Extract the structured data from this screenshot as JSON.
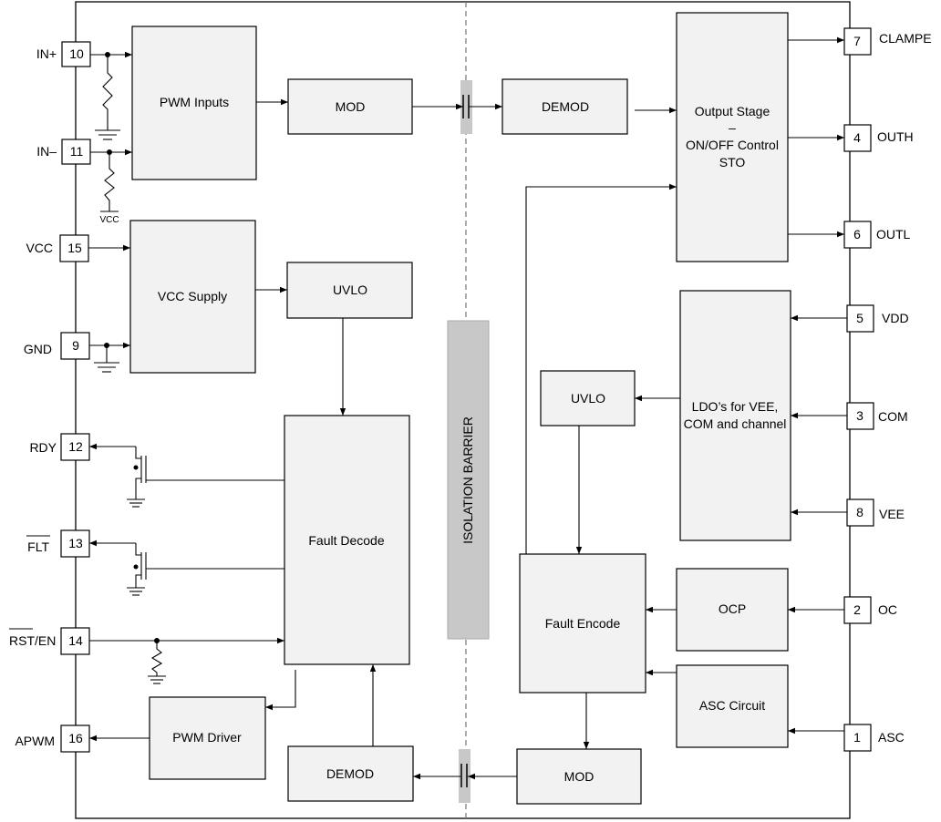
{
  "blocks": {
    "pwm_inputs": "PWM Inputs",
    "mod_top": "MOD",
    "demod_top": "DEMOD",
    "output_stage_l1": "Output Stage",
    "output_stage_l2": "–",
    "output_stage_l3": "ON/OFF Control",
    "output_stage_l4": "STO",
    "vcc_supply": "VCC Supply",
    "uvlo_left": "UVLO",
    "ldo_l1": "LDO’s for VEE,",
    "ldo_l2": "COM and channel",
    "uvlo_right": "UVLO",
    "fault_decode": "Fault Decode",
    "fault_encode": "Fault Encode",
    "ocp": "OCP",
    "asc_circuit": "ASC Circuit",
    "pwm_driver": "PWM Driver",
    "demod_bottom": "DEMOD",
    "mod_bottom": "MOD",
    "isolation_barrier": "ISOLATION BARRIER"
  },
  "left_pins": [
    {
      "label": "IN+",
      "num": "10"
    },
    {
      "label": "IN–",
      "num": "11"
    },
    {
      "label": "VCC",
      "num": "15"
    },
    {
      "label": "GND",
      "num": "9"
    },
    {
      "label": "RDY",
      "num": "12"
    },
    {
      "label": "FLT",
      "num": "13"
    },
    {
      "label": "RST",
      "label_suffix": "/EN",
      "num": "14"
    },
    {
      "label": "APWM",
      "num": "16"
    }
  ],
  "right_pins": [
    {
      "label": "CLAMPE",
      "num": "7"
    },
    {
      "label": "OUTH",
      "num": "4"
    },
    {
      "label": "OUTL",
      "num": "6"
    },
    {
      "label": "VDD",
      "num": "5"
    },
    {
      "label": "COM",
      "num": "3"
    },
    {
      "label": "VEE",
      "num": "8"
    },
    {
      "label": "OC",
      "num": "2"
    },
    {
      "label": "ASC",
      "num": "1"
    }
  ],
  "small_labels": {
    "vcc_pullup": "VCC"
  }
}
